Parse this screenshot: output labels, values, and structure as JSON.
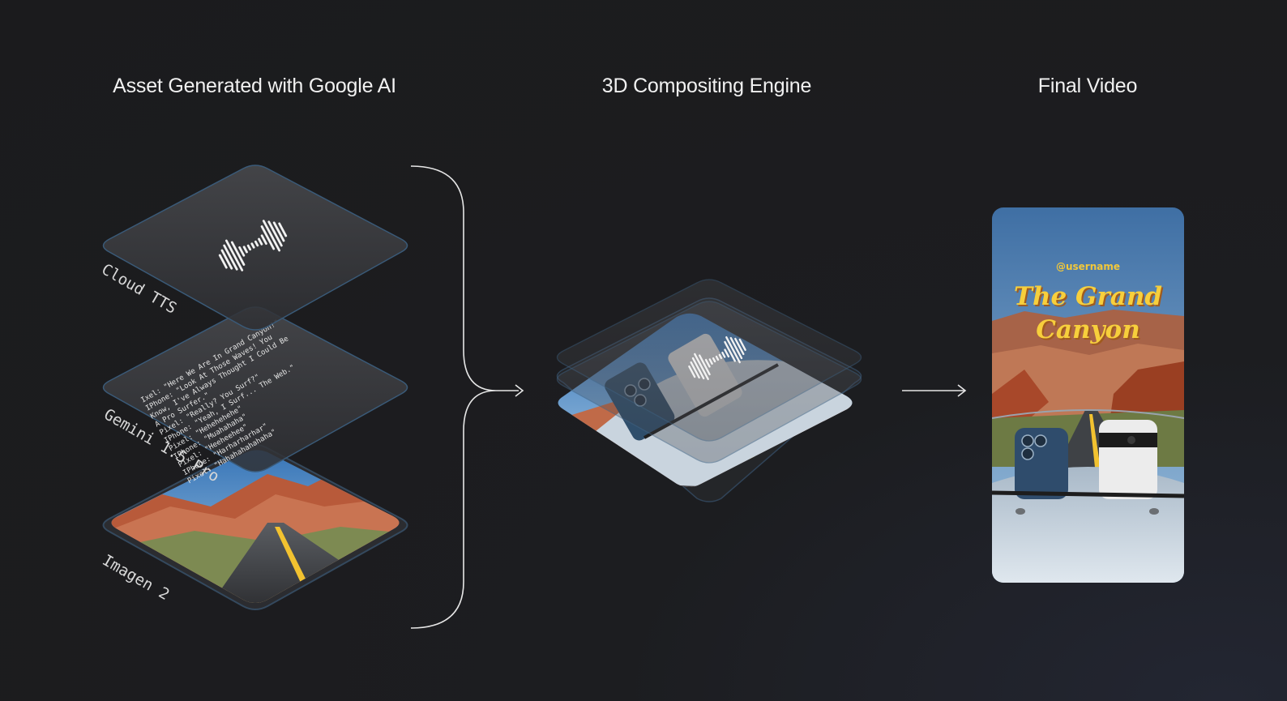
{
  "headings": {
    "assets": "Asset Generated with Google AI",
    "engine": "3D Compositing Engine",
    "final": "Final Video"
  },
  "layers": {
    "tts": "Cloud TTS",
    "gemini": "Gemini 1.5 Pro",
    "imagen": "Imagen 2"
  },
  "script_lines": [
    "Ixel: \"Here We Are In Grand Canyon!\"",
    "IPhone: \"Look At Those Waves! You",
    "Know, I've Always Thought I Could Be",
    "A Pro Surfer.\"",
    "Pixel: \"Really? You Surf?\"",
    "IPhone: \"Yeah, I Surf... The Web.\"",
    "Pixel: \"Hehehehehe\"",
    "IPhone: \"Muahahaha\"",
    "Pixel: \"Heeheehee\"",
    "IPhone: \"Harharharhar\"",
    "Pixel: \"Hahahahahahaha\""
  ],
  "final_video": {
    "username": "@username",
    "title_line1": "The Grand",
    "title_line2": "Canyon"
  },
  "colors": {
    "background": "#1b1b1d",
    "text": "#f1f1f1",
    "layer_edge": "#3a5a78",
    "title_yellow": "#f7cf3c"
  }
}
